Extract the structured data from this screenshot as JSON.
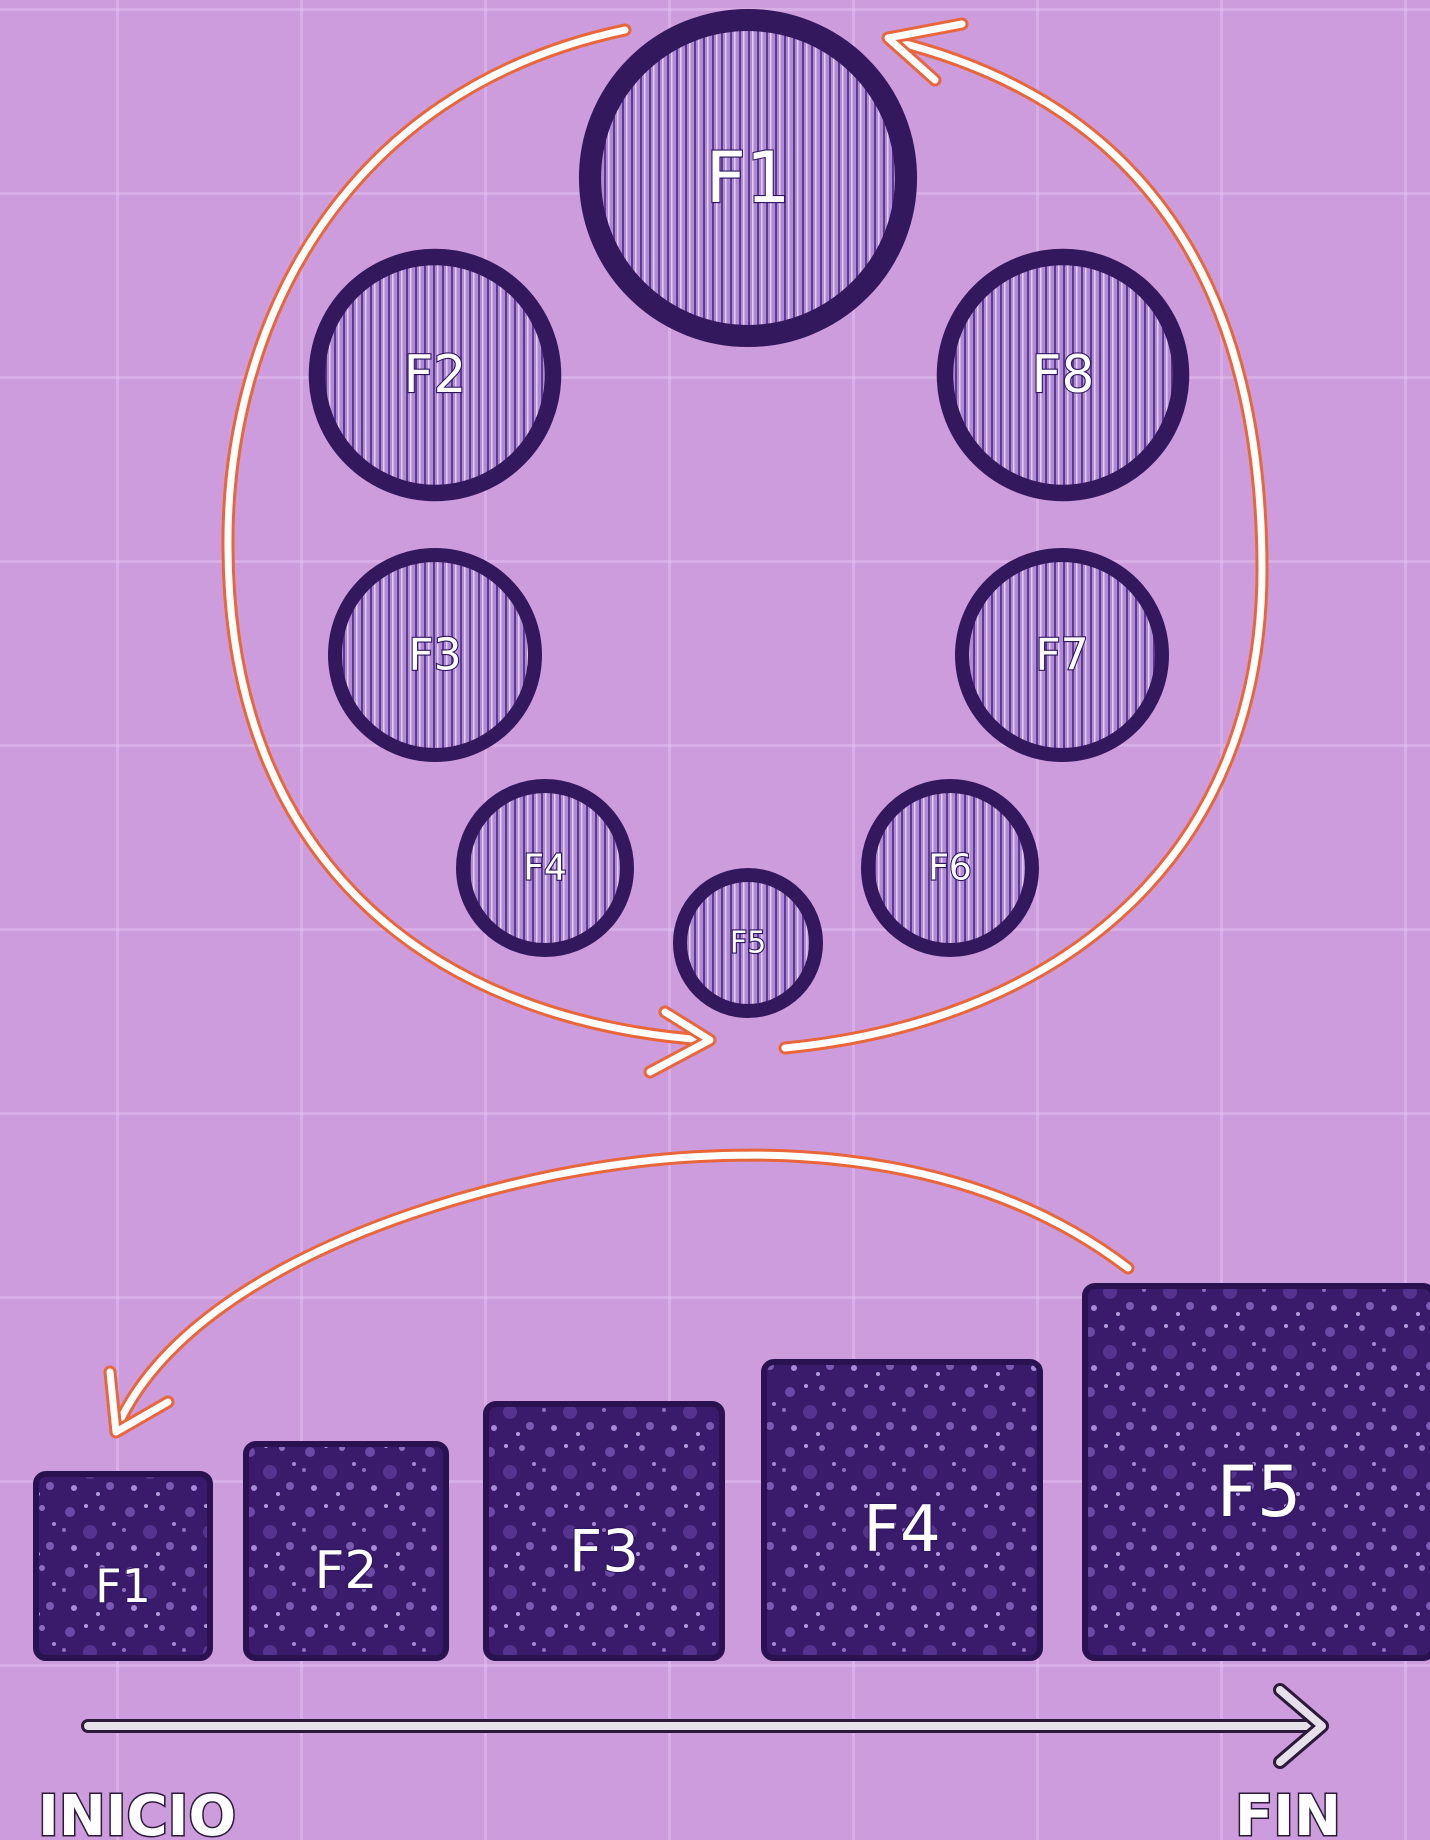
{
  "diagram": {
    "cycle": {
      "nodes": [
        {
          "label": "F1",
          "size": 5
        },
        {
          "label": "F2",
          "size": 4
        },
        {
          "label": "F3",
          "size": 3
        },
        {
          "label": "F4",
          "size": 2
        },
        {
          "label": "F5",
          "size": 1
        },
        {
          "label": "F6",
          "size": 2
        },
        {
          "label": "F7",
          "size": 3
        },
        {
          "label": "F8",
          "size": 4
        }
      ]
    },
    "progression": {
      "blocks": [
        {
          "label": "F1",
          "size": 1
        },
        {
          "label": "F2",
          "size": 2
        },
        {
          "label": "F3",
          "size": 3
        },
        {
          "label": "F4",
          "size": 4
        },
        {
          "label": "F5",
          "size": 5
        }
      ],
      "start_label": "INICIO",
      "end_label": "FIN"
    }
  },
  "colors": {
    "background": "#cd9cdc",
    "grid": "#e1bdee",
    "shape_dark": "#34185e",
    "shape_fill": "#a67ccd",
    "arrow_outline": "#e8663a",
    "arrow_core": "#ffffff",
    "timeline_core": "#e6e0ea"
  }
}
